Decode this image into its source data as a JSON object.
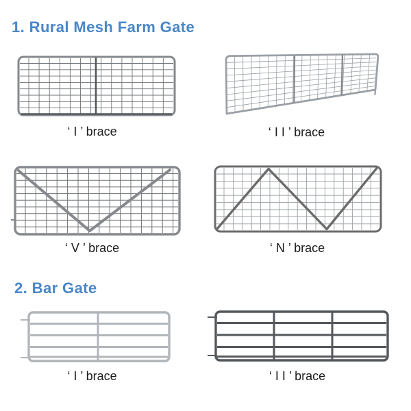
{
  "sections": [
    {
      "heading": "1. Rural Mesh Farm Gate",
      "items": [
        {
          "label": "‘ I ’ brace",
          "figure": "mesh-gate-single-vertical-brace"
        },
        {
          "label": "‘ I I ’ brace",
          "figure": "mesh-gate-two-vertical-braces-perspective"
        },
        {
          "label": "‘ V ’ brace",
          "figure": "mesh-gate-v-brace"
        },
        {
          "label": "‘ N ’ brace",
          "figure": "mesh-gate-n-brace"
        }
      ]
    },
    {
      "heading": "2. Bar Gate",
      "items": [
        {
          "label": "‘ I ’ brace",
          "figure": "bar-gate-single-vertical-brace"
        },
        {
          "label": "‘ I I ’ brace",
          "figure": "bar-gate-two-vertical-braces"
        }
      ]
    }
  ],
  "colors": {
    "background": "#ffffff",
    "heading_blue": "#4a86c8",
    "label_text": "#1b1b1b",
    "steel_light": "#b2b6ba",
    "steel_light2": "#9aa0a6",
    "steel_mid": "#85898d",
    "steel_dark": "#54585c",
    "steel_dark2": "#6b6b6b",
    "mesh_wire": "#6f7376",
    "mesh_wire_light": "#9aa0a4"
  }
}
